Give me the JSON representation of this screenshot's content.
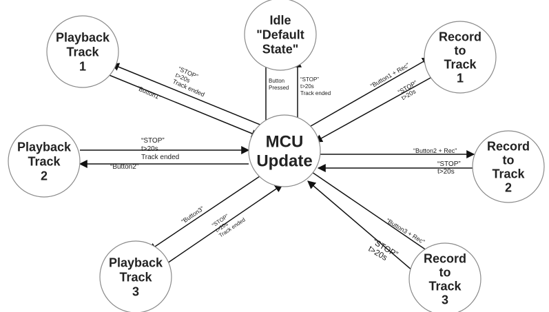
{
  "nodes": {
    "mcu": [
      "MCU",
      "Update"
    ],
    "idle": [
      "Idle",
      "\"Default",
      "State\""
    ],
    "playback1": [
      "Playback",
      "Track",
      "1"
    ],
    "playback2": [
      "Playback",
      "Track",
      "2"
    ],
    "playback3": [
      "Playback",
      "Track",
      "3"
    ],
    "record1": [
      "Record",
      "to",
      "Track",
      "1"
    ],
    "record2": [
      "Record",
      "to",
      "Track",
      "2"
    ],
    "record3": [
      "Record",
      "to",
      "Track",
      "3"
    ]
  },
  "edges": {
    "mcu_to_p1": [
      "“STOP”",
      "t>20s",
      "Track ended"
    ],
    "p1_to_mcu": [
      "“Button1”"
    ],
    "idle_to_mcu": [
      "Button",
      "Pressed"
    ],
    "mcu_to_idle": [
      "“STOP”",
      "t>20s",
      "Track ended"
    ],
    "mcu_to_r1": [
      "“Button1 + Rec”"
    ],
    "r1_to_mcu": [
      "“STOP”",
      "t>20s"
    ],
    "p2_to_mcu": [
      "“STOP”",
      "t>20s",
      "Track ended"
    ],
    "mcu_to_p2": [
      "“Button2”"
    ],
    "mcu_to_r2": [
      "“Button2 + Rec”"
    ],
    "r2_to_mcu": [
      "“STOP”",
      "t>20s"
    ],
    "mcu_to_p3": [
      "“Button3”"
    ],
    "p3_to_mcu": [
      "“STOP”",
      "t>20s",
      "Track ended"
    ],
    "mcu_to_r3": [
      "“Button3 + Rec”"
    ],
    "r3_to_mcu": [
      "“STOP”",
      "t>20s"
    ]
  }
}
